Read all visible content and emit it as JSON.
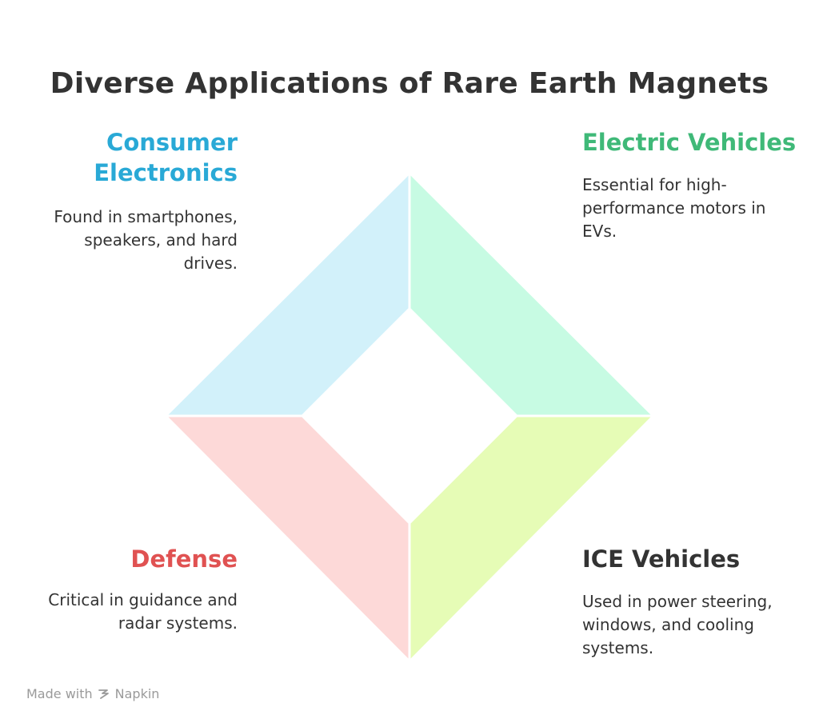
{
  "title": "Diverse Applications of Rare Earth Magnets",
  "quadrants": [
    {
      "id": "consumer",
      "heading": "Consumer Electronics",
      "description": "Found in smartphones, speakers, and hard drives.",
      "heading_color": "#29a9d6",
      "fill_color": "#d2f1fa"
    },
    {
      "id": "electric",
      "heading": "Electric Vehicles",
      "description": "Essential for high-performance motors in EVs.",
      "heading_color": "#3fb978",
      "fill_color": "#c7fbe3"
    },
    {
      "id": "defense",
      "heading": "Defense",
      "description": "Critical in guidance and radar systems.",
      "heading_color": "#e05252",
      "fill_color": "#fdd9d8"
    },
    {
      "id": "ice",
      "heading": "ICE Vehicles",
      "description": "Used in power steering, windows, and cooling systems.",
      "heading_color": "#333333",
      "fill_color": "#e6fcb6"
    }
  ],
  "footer": {
    "made_with": "Made with",
    "brand": "Napkin",
    "icon": "napkin-logo-icon"
  }
}
